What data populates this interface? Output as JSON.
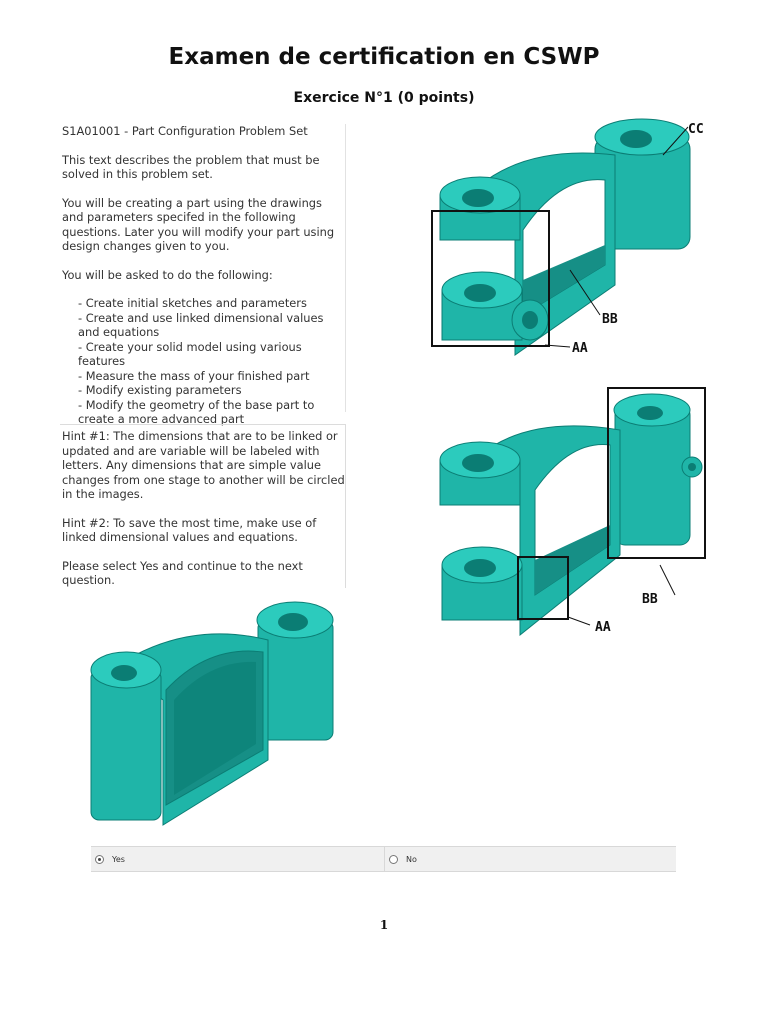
{
  "header": {
    "title": "Examen de certification en CSWP",
    "subtitle": "Exercice N°1 (0 points)"
  },
  "problem": {
    "heading": "S1A01001 - Part Configuration Problem Set",
    "para1": "This text describes the problem that must be solved in this problem set.",
    "para2": "You will be creating a part using the drawings and parameters specifed in the following questions. Later you will modify your part using design changes given to you.",
    "para3": "You will be asked to do the following:",
    "tasks": [
      "- Create initial sketches and parameters",
      "- Create and use linked dimensional values and equations",
      "- Create your solid model using various features",
      "- Measure the mass of your finished part",
      "- Modify existing parameters",
      "- Modify the geometry of the base part to create a more advanced part"
    ]
  },
  "hints": {
    "hint1": "Hint #1: The dimensions that are to be linked or updated and are variable will be labeled with letters.   Any dimensions that are simple value changes from one stage to another will be circled in the images.",
    "hint2": "Hint #2: To save the most time, make use of linked dimensional values and equations.",
    "instruction": "Please select Yes and continue to the next question."
  },
  "figures": {
    "top_labels": [
      "CC",
      "BB",
      "AA"
    ],
    "mid_labels": [
      "BB",
      "AA"
    ]
  },
  "answers": {
    "yes_label": "Yes",
    "no_label": "No",
    "selected": "Yes"
  },
  "page": {
    "number": "1"
  },
  "colors": {
    "part_teal": "#1fb5a8",
    "part_dark": "#0b7d74",
    "part_face": "#168f86"
  }
}
